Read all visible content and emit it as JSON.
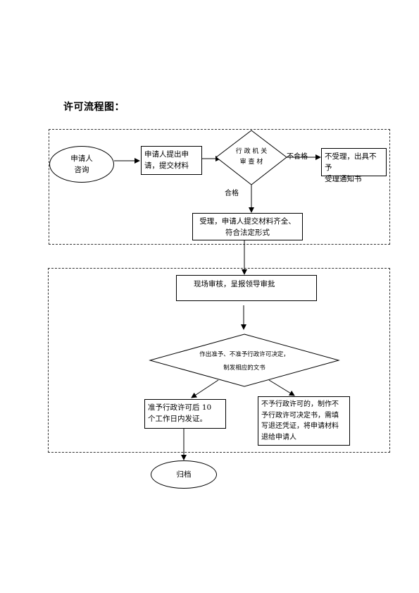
{
  "title": "许可流程图：",
  "nodes": {
    "consult": "申请人\n咨询",
    "submit": "申请人提出申\n请，提交材料",
    "review": "行 政 机 关\n审 查 材",
    "reject_notice": "不受理，出具不予\n受理通知书",
    "accept": "受理，申请人提交材料齐全、\n符合法定形式",
    "site_check": "现场审核，呈报领导审批",
    "decide": "作出准予、不准予行政许可决定，\n制发相应的文书",
    "grant": "准予行政许可后  10\n个工作日内发证。",
    "deny": "不予行政许可的，制作不\n予行政许可决定书，需填\n写退还凭证，将申请材料\n退给申请人",
    "archive": "归档"
  },
  "edge_labels": {
    "fail": "不合格",
    "pass": "合格"
  }
}
